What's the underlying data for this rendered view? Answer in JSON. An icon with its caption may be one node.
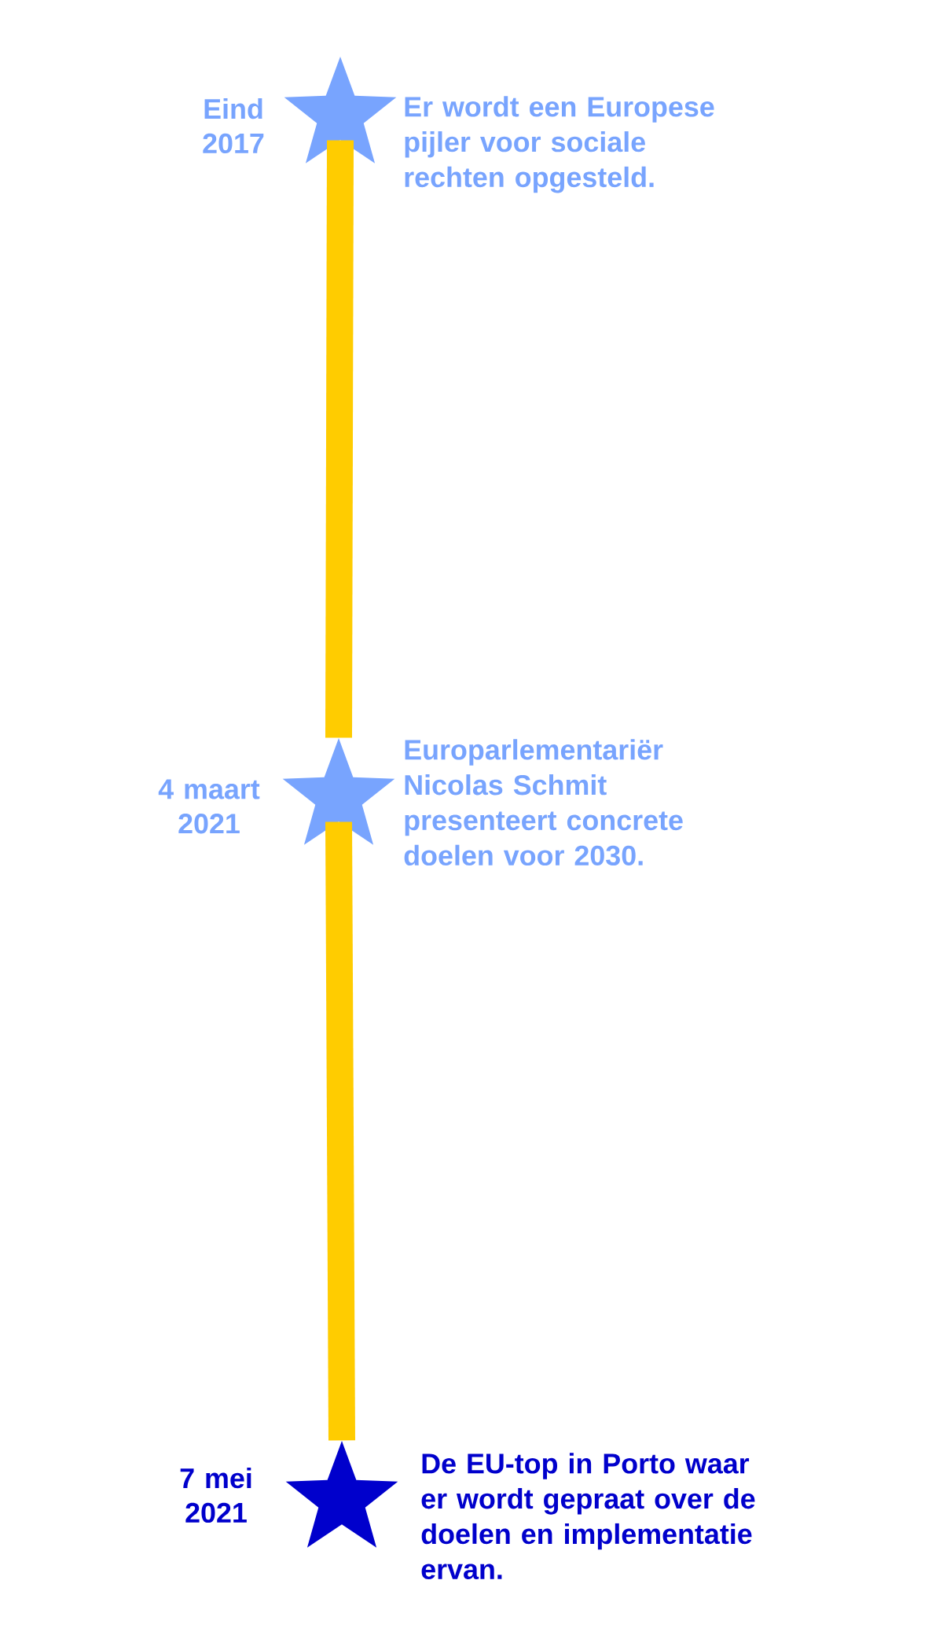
{
  "diagram": {
    "nodes": [
      {
        "text": [],
        "shape": "star",
        "beside": [
          "Eind 2017",
          "Er wordt een Europese pijler voor sociale rechten opgesteld."
        ]
      },
      {
        "text": [],
        "shape": "star",
        "beside": [
          "4 maart 2021",
          "Europarlementariër Nicolas Schmit presenteert concrete doelen voor 2030."
        ]
      },
      {
        "text": [],
        "shape": "star",
        "beside": [
          "7 mei 2021",
          "De EU-top in Porto waar er wordt gepraat over de doelen en implementatie ervan."
        ]
      }
    ],
    "edges": [
      {
        "from": 0,
        "to": 1,
        "arrow": "none"
      },
      {
        "from": 1,
        "to": 2,
        "arrow": "none"
      }
    ]
  }
}
